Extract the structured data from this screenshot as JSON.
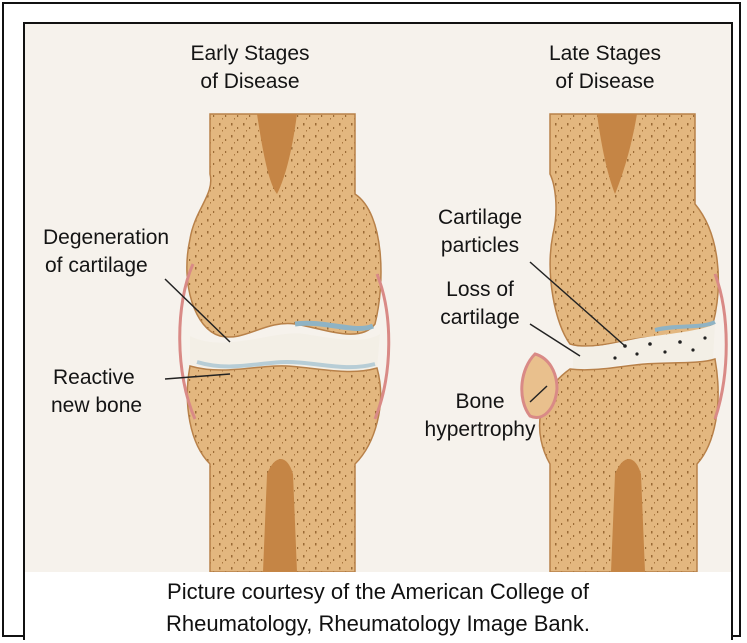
{
  "panels": {
    "early_title_1": "Early Stages",
    "early_title_2": "of Disease",
    "late_title_1": "Late Stages",
    "late_title_2": "of Disease"
  },
  "labels": {
    "degeneration_1": "Degeneration",
    "degeneration_2": "of cartilage",
    "reactive_1": "Reactive",
    "reactive_2": "new bone",
    "particles_1": "Cartilage",
    "particles_2": "particles",
    "loss_1": "Loss of",
    "loss_2": "cartilage",
    "hypertrophy_1": "Bone",
    "hypertrophy_2": "hypertrophy"
  },
  "credit": {
    "line1": "Picture courtesy of the American College of",
    "line2": "Rheumatology, Rheumatology Image Bank."
  },
  "colors": {
    "bone": "#e3b77f",
    "bone_dark": "#c98f4e",
    "marrow": "#c58545",
    "cartilage": "#a9c9d6",
    "synovium": "#d98a86",
    "joint_space": "#f3efe6"
  }
}
